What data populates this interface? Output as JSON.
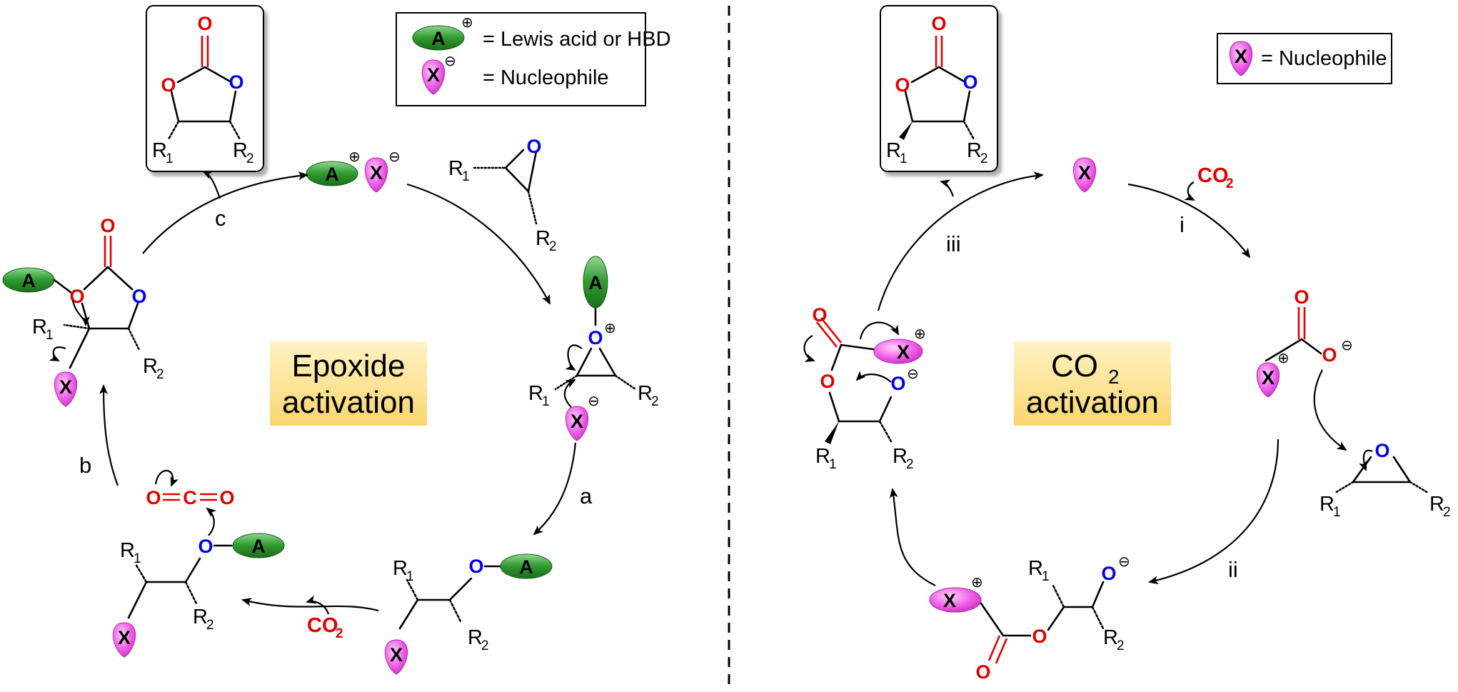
{
  "legend_left": {
    "acid_symbol": "A",
    "acid_charge": "⊕",
    "acid_text": "= Lewis acid or HBD",
    "nu_symbol": "X",
    "nu_charge": "⊖",
    "nu_text": "= Nucleophile"
  },
  "legend_right": {
    "nu_symbol": "X",
    "nu_text": "= Nucleophile"
  },
  "left_title_line1": "Epoxide",
  "left_title_line2": "activation",
  "right_title_main": "CO",
  "right_title_sub": "2",
  "right_title_line2": "activation",
  "steps_left": {
    "a": "a",
    "b": "b",
    "c": "c"
  },
  "steps_right": {
    "i": "i",
    "ii": "ii",
    "iii": "iii"
  },
  "atoms": {
    "O": "O",
    "C": "C",
    "R": "R",
    "sub1": "1",
    "sub2": "2",
    "A": "A",
    "X": "X",
    "plus": "⊕",
    "minus": "⊖"
  },
  "reagent": {
    "co2": "CO",
    "co2_sub": "2"
  },
  "colors": {
    "acid_green": "#2e8b2e",
    "nucleophile_magenta": "#e94fe0",
    "oxygen_red": "#e00000",
    "oxygen_blue": "#0000e6",
    "banner_yellow": "#fbdc82"
  }
}
